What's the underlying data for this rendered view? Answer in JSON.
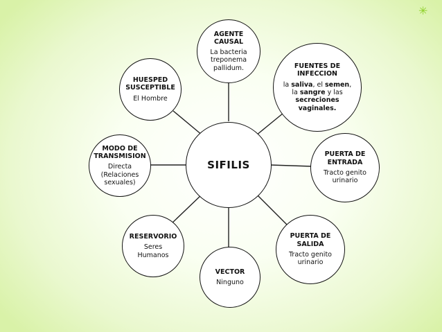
{
  "decoration": {
    "sparkle": "✳",
    "color": "#8fd12a"
  },
  "center": {
    "label": "SIFILIS"
  },
  "nodes": {
    "agente": {
      "title": "AGENTE CAUSAL",
      "desc": "La bacteria treponema pallidum."
    },
    "fuentes": {
      "title": "FUENTES DE INFECCION",
      "desc_parts": [
        "la ",
        "saliva",
        ", el ",
        "semen",
        ", la ",
        "sangre",
        " y las ",
        "secreciones vaginales."
      ]
    },
    "puerta_entrada": {
      "title": "PUERTA DE ENTRADA",
      "desc": "Tracto genitourinario"
    },
    "puerta_salida": {
      "title": "PUERTA DE SALIDA",
      "desc": "Tracto genitourinario"
    },
    "vector": {
      "title": "VECTOR",
      "desc": "Ninguno"
    },
    "reservorio": {
      "title": "RESERVORIO",
      "desc": "Seres Humanos"
    },
    "modo": {
      "title": "MODO DE TRANSMISION",
      "desc": "Directa (Relaciones sexuales)"
    },
    "huesped": {
      "title": "HUESPED SUSCEPTIBLE",
      "desc": "El Hombre"
    }
  }
}
